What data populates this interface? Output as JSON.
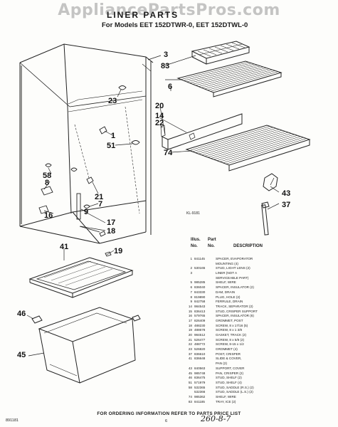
{
  "watermark": "AppliancePartsPros.com",
  "title": "LINER PARTS",
  "subtitle": "For Models EET 152DTWR-0, EET 152DTWL-0",
  "art_code": "KL-9181",
  "callouts": {
    "c3": "3",
    "c83": "83",
    "c6": "6",
    "c23": "23",
    "c20": "20",
    "c14": "14",
    "c22": "22",
    "c1": "1",
    "c51": "51",
    "c74": "74",
    "c58": "58",
    "c8": "8",
    "c16": "16",
    "c21": "21",
    "c7": "7",
    "c9": "9",
    "c17": "17",
    "c18": "18",
    "c19": "19",
    "c43": "43",
    "c37": "37",
    "c41": "41",
    "c46": "46",
    "c45": "45"
  },
  "table": {
    "header_illus": "Illus.",
    "header_no": "No.",
    "header_part": "Part",
    "header_number": "No.",
    "header_description": "DESCRIPTION",
    "rows": [
      {
        "no": "1",
        "part": "841145",
        "desc": "SPACER, EVAPORATOR"
      },
      {
        "no": "",
        "part": "",
        "desc": "MOUNTING (4)"
      },
      {
        "no": "2",
        "part": "530165",
        "desc": "STUD, LIGHT LENS (2)"
      },
      {
        "no": "3",
        "part": "",
        "desc": "LINER (NOT A"
      },
      {
        "no": "",
        "part": "",
        "desc": "SERVICEABLE PART)"
      },
      {
        "no": "5",
        "part": "985285",
        "desc": "SHELF, WIRE"
      },
      {
        "no": "6",
        "part": "836040",
        "desc": "SPACER, INSULATOR (2)"
      },
      {
        "no": "7",
        "part": "843330",
        "desc": "DAM, DRAIN"
      },
      {
        "no": "8",
        "part": "819890",
        "desc": "PLUG, HOLE (2)"
      },
      {
        "no": "9",
        "part": "842758",
        "desc": "FERRULE, DRAIN"
      },
      {
        "no": "14",
        "part": "984543",
        "desc": "TRACK, SEPARATOR (2)"
      },
      {
        "no": "15",
        "part": "836413",
        "desc": "STUD, CRISPER SUPPORT"
      },
      {
        "no": "16",
        "part": "579765",
        "desc": "SPACER, INSULATOR (6)"
      },
      {
        "no": "17",
        "part": "826409",
        "desc": "GROMMET, POST"
      },
      {
        "no": "18",
        "part": "488230",
        "desc": "SCREW, 8 x 17/16 (5)"
      },
      {
        "no": "19",
        "part": "488678",
        "desc": "SCREW, 8 x 1 3/8"
      },
      {
        "no": "20",
        "part": "984512",
        "desc": "GASKET, TRACK (2)"
      },
      {
        "no": "21",
        "part": "526477",
        "desc": "SCREW, 8 x 5/8 (2)"
      },
      {
        "no": "22",
        "part": "488772",
        "desc": "SCREW, 8-15 x 1/2"
      },
      {
        "no": "23",
        "part": "526820",
        "desc": "GROMMET (4)"
      },
      {
        "no": "37",
        "part": "836610",
        "desc": "POST, CRISPER"
      },
      {
        "no": "41",
        "part": "836648",
        "desc": "SLIDE & COVER,"
      },
      {
        "no": "",
        "part": "",
        "desc": "PAN (2)"
      },
      {
        "no": "43",
        "part": "840563",
        "desc": "SUPPORT, COVER"
      },
      {
        "no": "45",
        "part": "985748",
        "desc": "PAN, CRISPER (2)"
      },
      {
        "no": "46",
        "part": "836475",
        "desc": "STUD, SHELF (2)"
      },
      {
        "no": "51",
        "part": "571979",
        "desc": "STUD, SHELF (4)"
      },
      {
        "no": "58",
        "part": "532365",
        "desc": "STUD, SADDLE (R.S.) (2)"
      },
      {
        "no": "",
        "part": "532366",
        "desc": "STUD, SADDLE (L.S.) (2)"
      },
      {
        "no": "74",
        "part": "985362",
        "desc": "SHELF, WIRE"
      },
      {
        "no": "83",
        "part": "841185",
        "desc": "TRAY, ICE (2)"
      }
    ]
  },
  "footer": "FOR ORDERING INFORMATION REFER TO PARTS PRICE LIST",
  "page_code": "891181",
  "page_number": "6",
  "handwritten_note": "260-8-7"
}
